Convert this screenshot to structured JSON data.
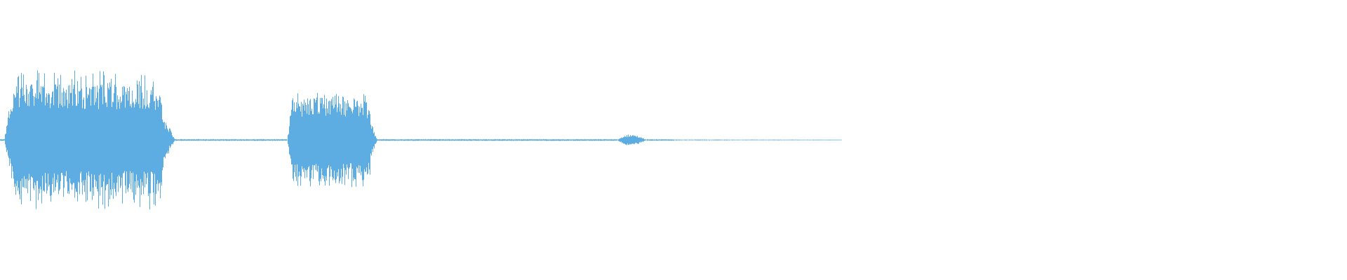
{
  "waveform": {
    "color": "#5dade2",
    "background": "#ffffff",
    "duration_fraction_with_signal": 0.62,
    "segments": [
      {
        "name": "burst-1",
        "start": 0.003,
        "end": 0.13,
        "level": 0.4,
        "peak": 0.5,
        "kind": "burst"
      },
      {
        "name": "burst-2",
        "start": 0.213,
        "end": 0.28,
        "level": 0.3,
        "peak": 0.34,
        "kind": "burst"
      },
      {
        "name": "blip",
        "start": 0.458,
        "end": 0.48,
        "level": 0.05,
        "peak": 0.05,
        "kind": "blip"
      }
    ],
    "tail_end": 0.625
  }
}
